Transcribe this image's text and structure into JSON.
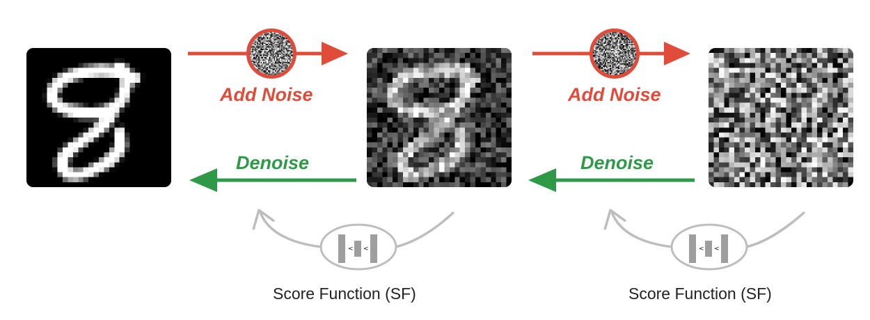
{
  "labels": {
    "add_noise_1": "Add Noise",
    "add_noise_2": "Add Noise",
    "denoise_1": "Denoise",
    "denoise_2": "Denoise",
    "score_function_1": "Score Function (SF)",
    "score_function_2": "Score Function (SF)"
  },
  "colors": {
    "add_noise": "#e04b3a",
    "denoise": "#2e9a47",
    "score_arrow": "#bdbdbd",
    "network_bars": "#9e9e9e"
  },
  "icons": {
    "digit_image": "handwritten-digit-8-image",
    "noise_badge": "noise-texture-icon",
    "network": "unet-network-icon",
    "network_glyph": "<"
  }
}
